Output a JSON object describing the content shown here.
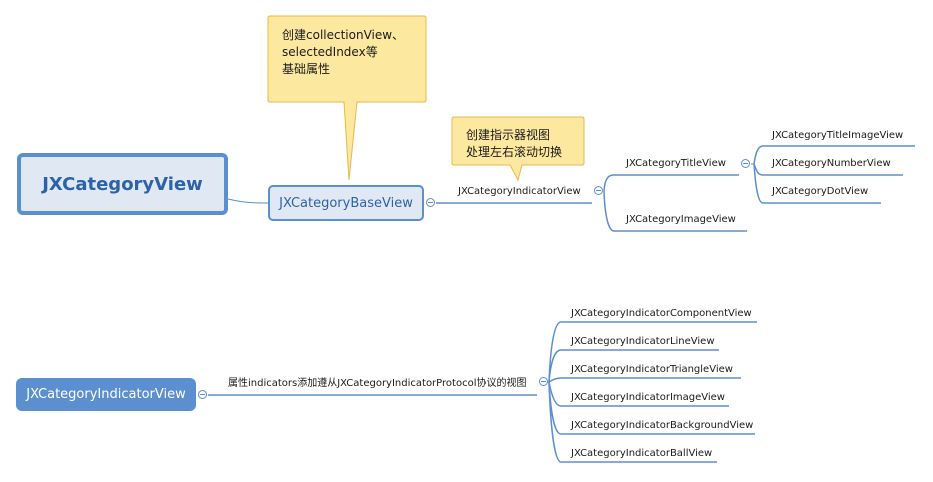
{
  "diagram": {
    "root": "JXCategoryView",
    "base": "JXCategoryBaseView",
    "base_callout": [
      "创建collectionView、",
      "selectedIndex等",
      "基础属性"
    ],
    "indicator_branch": "JXCategoryIndicatorView",
    "indicator_callout": [
      "创建指示器视图",
      "处理左右滚动切换"
    ],
    "title_view": "JXCategoryTitleView",
    "image_view": "JXCategoryImageView",
    "title_children": [
      "JXCategoryTitleImageView",
      "JXCategoryNumberView",
      "JXCategoryDotView"
    ],
    "root2": "JXCategoryIndicatorView",
    "root2_edge_label": "属性indicators添加遵从JXCategoryIndicatorProtocol协议的视图",
    "indicator_components": [
      "JXCategoryIndicatorComponentView",
      "JXCategoryIndicatorLineView",
      "JXCategoryIndicatorTriangleView",
      "JXCategoryIndicatorImageView",
      "JXCategoryIndicatorBackgroundView",
      "JXCategoryIndicatorBallView"
    ]
  },
  "colors": {
    "line": "#5b8fd0",
    "node_fill": "#dfe8f3",
    "root2_fill": "#5b8fd0",
    "callout_fill": "#fde8a0",
    "callout_border": "#e8b84a"
  }
}
